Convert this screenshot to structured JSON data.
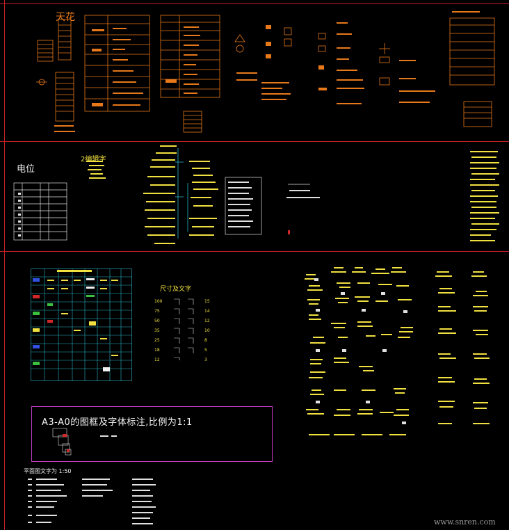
{
  "canvas": {
    "background": "#000000",
    "frame_color": "#c8202c"
  },
  "colors": {
    "orange": "#e8791a",
    "yellow": "#f0e040",
    "white": "#f0f0f0",
    "cyan": "#29b6c8",
    "magenta": "#c03cc0",
    "red": "#d02828",
    "green": "#3cc040",
    "blue": "#3050e0"
  },
  "sections": {
    "ceiling_title": "天花",
    "electrical_title": "电位",
    "numbering_title": "2编辑字",
    "dimension_title": "尺寸及文字",
    "frame_title": "A3-A0的图框及字体标注,比例为1:1",
    "scale_note": "平面图文字为  1:50"
  },
  "dimension_rows": [
    "100",
    "75",
    "50",
    "35",
    "25",
    "18",
    "12"
  ],
  "dimension_rows_right": [
    "15",
    "14",
    "12",
    "10",
    "8",
    "5",
    "3"
  ],
  "watermark": "www.snren.com"
}
